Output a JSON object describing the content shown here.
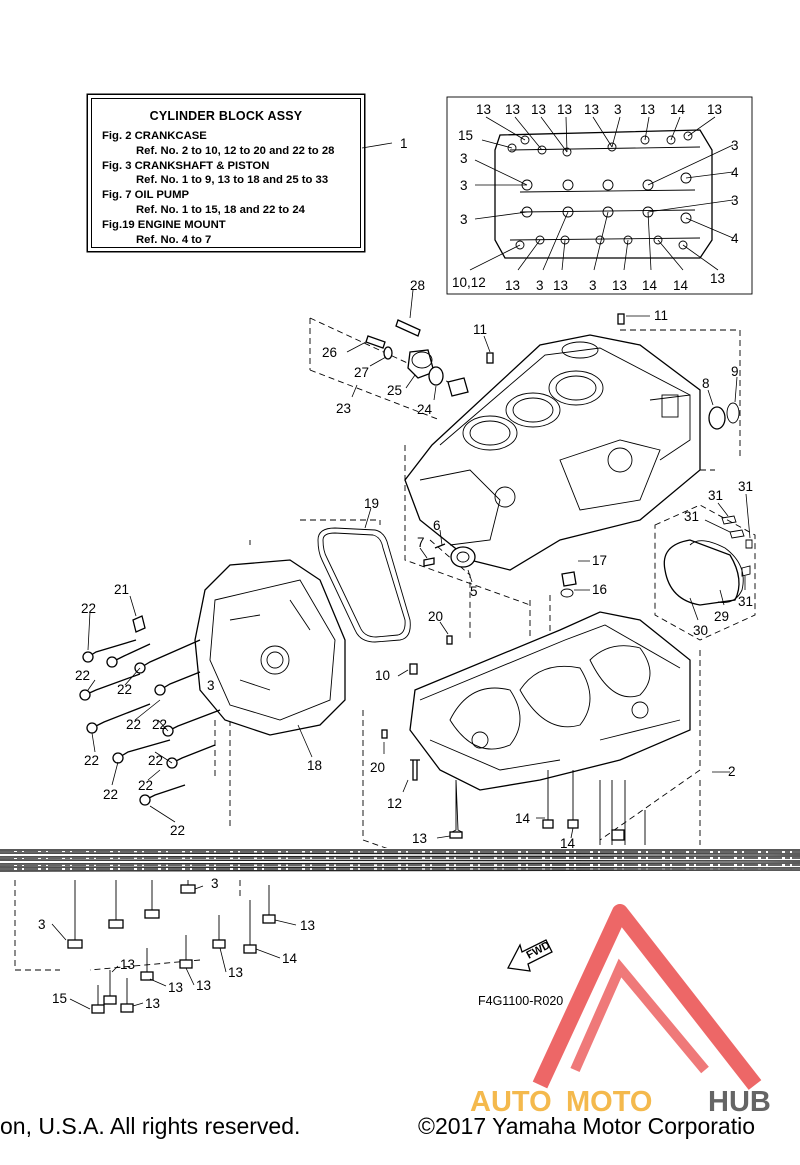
{
  "reference_box": {
    "title": "CYLINDER BLOCK ASSY",
    "lines": [
      {
        "text": "Fig.  2 CRANKCASE",
        "indent": false
      },
      {
        "text": "Ref. No. 2 to 10, 12 to 20 and 22 to 28",
        "indent": true
      },
      {
        "text": "Fig.  3 CRANKSHAFT & PISTON",
        "indent": false
      },
      {
        "text": "Ref. No. 1 to 9, 13 to 18 and 25 to 33",
        "indent": true
      },
      {
        "text": "Fig. 7 OIL PUMP",
        "indent": false
      },
      {
        "text": "Ref. No. 1 to 15, 18 and 22 to 24",
        "indent": true
      },
      {
        "text": "Fig.19 ENGINE MOUNT",
        "indent": false
      },
      {
        "text": "Ref. No. 4 to 7",
        "indent": true
      }
    ]
  },
  "callouts": {
    "c1": "1",
    "c2": "2",
    "c3": "3",
    "c4": "4",
    "c5": "5",
    "c6": "6",
    "c7": "7",
    "c8": "8",
    "c9": "9",
    "c10": "10",
    "c11": "11",
    "c12": "12",
    "c13": "13",
    "c14": "14",
    "c15": "15",
    "c16": "16",
    "c17": "17",
    "c18": "18",
    "c19": "19",
    "c20": "20",
    "c21": "21",
    "c22": "22",
    "c23": "23",
    "c24": "24",
    "c25": "25",
    "c26": "26",
    "c27": "27",
    "c28": "28",
    "c29": "29",
    "c30": "30",
    "c31": "31",
    "c1012": "10,12"
  },
  "fwd_label": "FWD",
  "drawing_code": "F4G1100-R020",
  "watermark": {
    "part1": "AUTO",
    "part2": "MOTO",
    "part3": "HUB",
    "color_main": "#e83a3a",
    "color_accent": "#f3b23a",
    "color_dark": "#555555"
  },
  "footer": {
    "left": "on, U.S.A. All rights reserved.",
    "right": "©2017 Yamaha Motor Corporatio"
  }
}
